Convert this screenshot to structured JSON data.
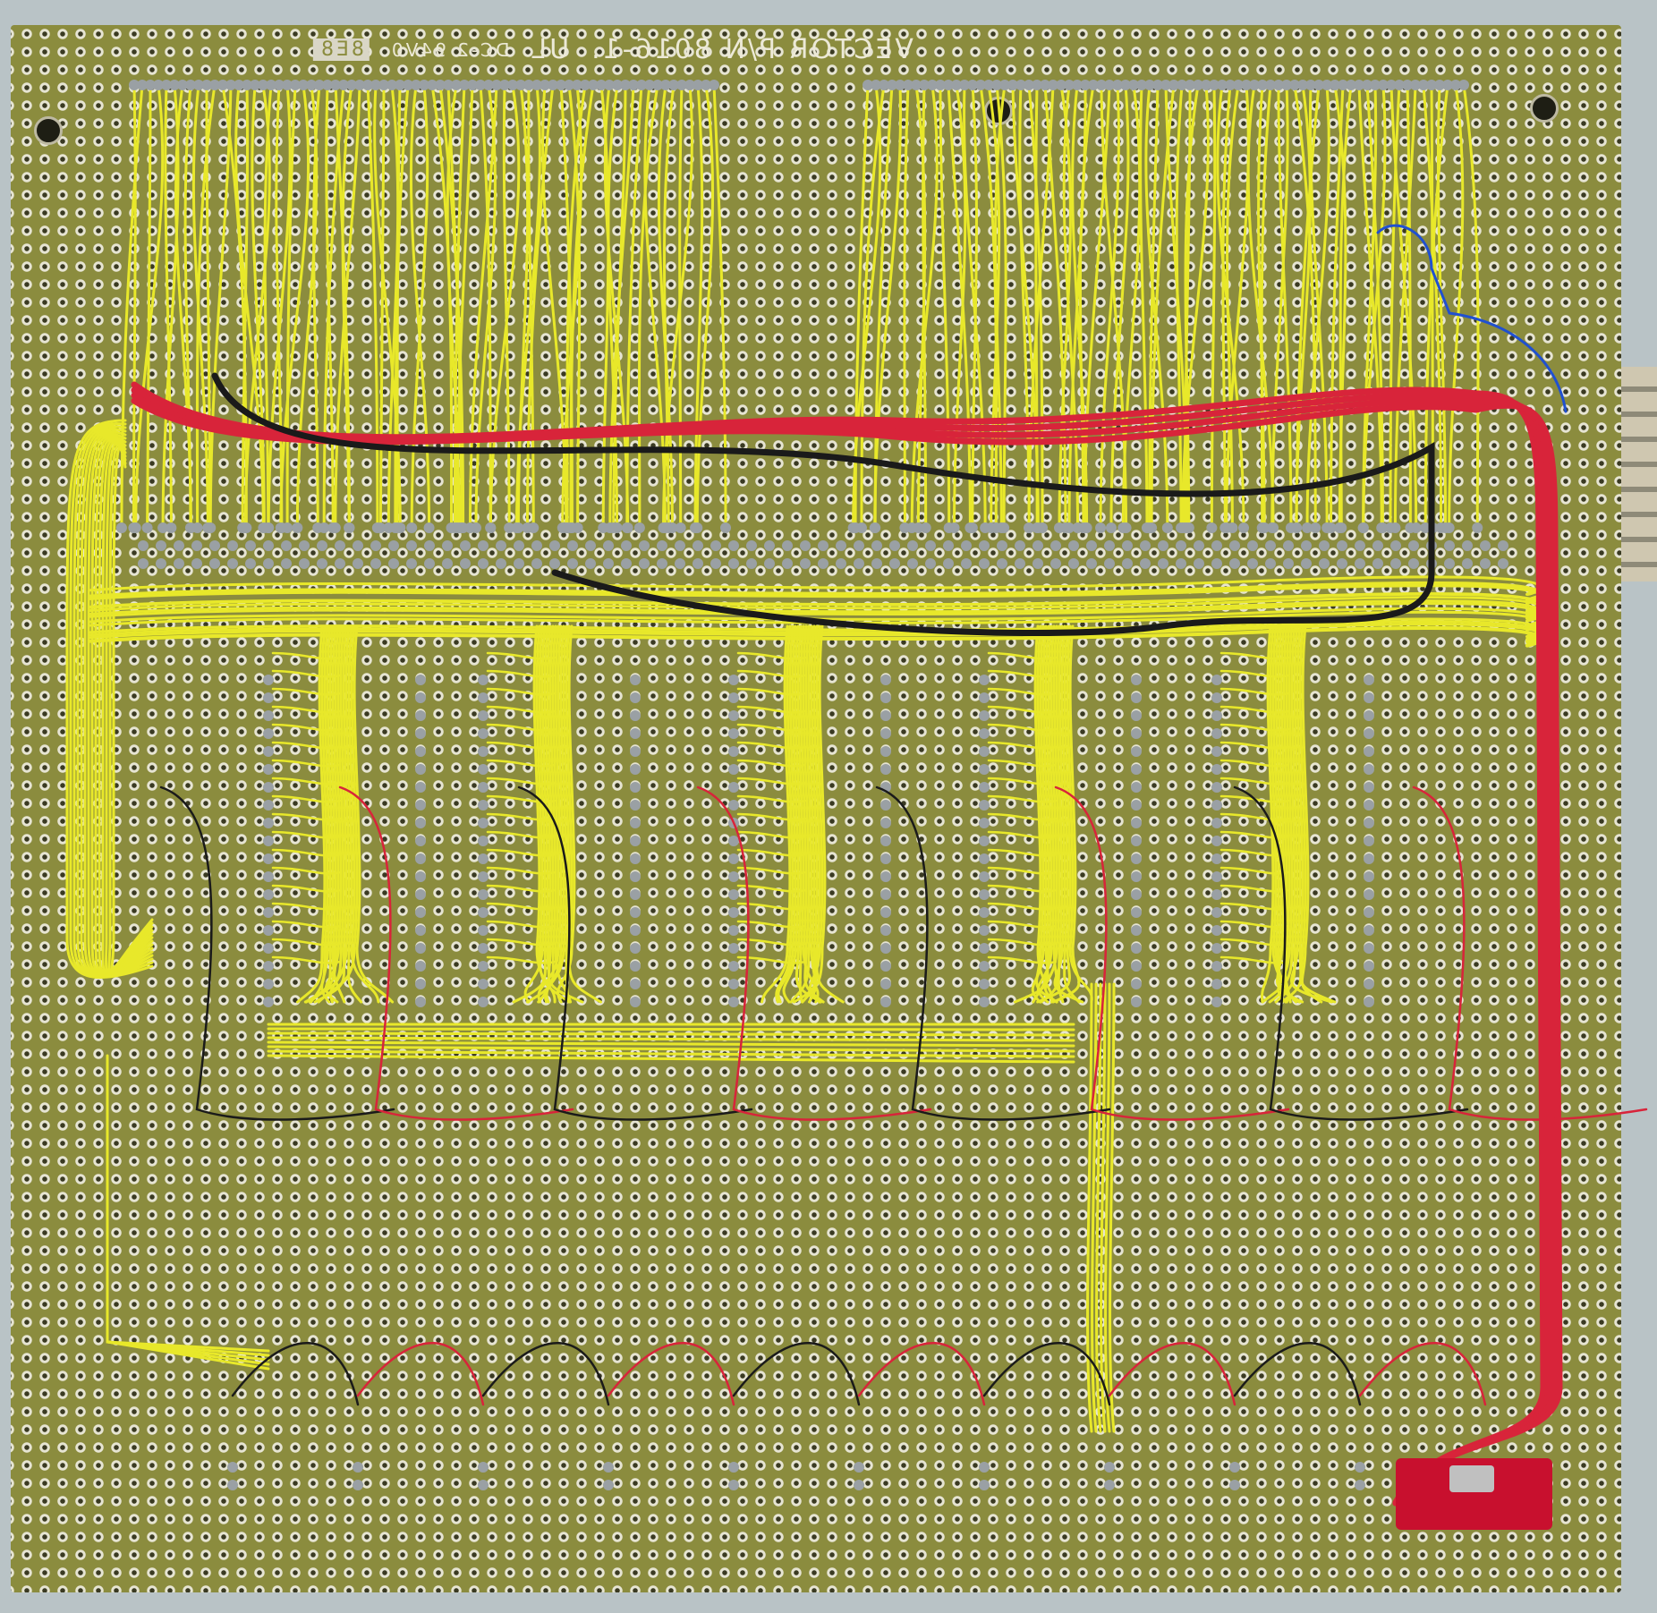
{
  "silkscreen": {
    "brand": "VECTOR P/N 8016-1.",
    "rating": "DC-2 94V0",
    "ul_mark": "UL",
    "box_code": "8E8"
  },
  "colors": {
    "board": "#8b8c3e",
    "yellow_wire": "#e8e82a",
    "red_wire": "#d8243a",
    "black_wire": "#1a1a1a",
    "background": "#b9c3c6"
  }
}
